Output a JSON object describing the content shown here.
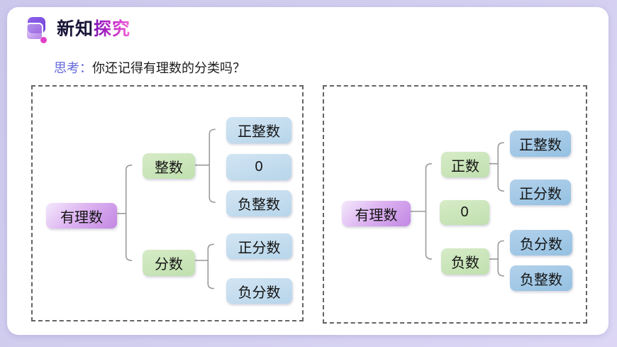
{
  "slide": {
    "header": {
      "icon": "overlapping-squares-icon",
      "title_dark": "新知",
      "title_pink": "探究"
    },
    "question": {
      "prefix": "思考：",
      "text": "你还记得有理数的分类吗？"
    },
    "colors": {
      "frame_background": "#cdc9ed",
      "card_background": "#ffffff",
      "title_dark": "#191538",
      "title_pink": "#c52cc9",
      "question_prefix": "#6569da",
      "root_node": "#c990e6",
      "branch_node": "#c9e5b8",
      "leaf_node_left_panel": "#bfdaee",
      "leaf_node_right_panel": "#9fc6e6",
      "dashed_border": "#646464",
      "connector": "#9a9a9a"
    },
    "panels": [
      {
        "name": "rational-numbers-by-definition",
        "root": "有理数",
        "branches": [
          {
            "label": "整数",
            "children": [
              "正整数",
              "0",
              "负整数"
            ]
          },
          {
            "label": "分数",
            "children": [
              "正分数",
              "负分数"
            ]
          }
        ]
      },
      {
        "name": "rational-numbers-by-sign",
        "root": "有理数",
        "branches": [
          {
            "label": "正数",
            "children": [
              "正整数",
              "正分数"
            ]
          },
          {
            "label": "0",
            "children": []
          },
          {
            "label": "负数",
            "children": [
              "负分数",
              "负整数"
            ]
          }
        ]
      }
    ]
  }
}
